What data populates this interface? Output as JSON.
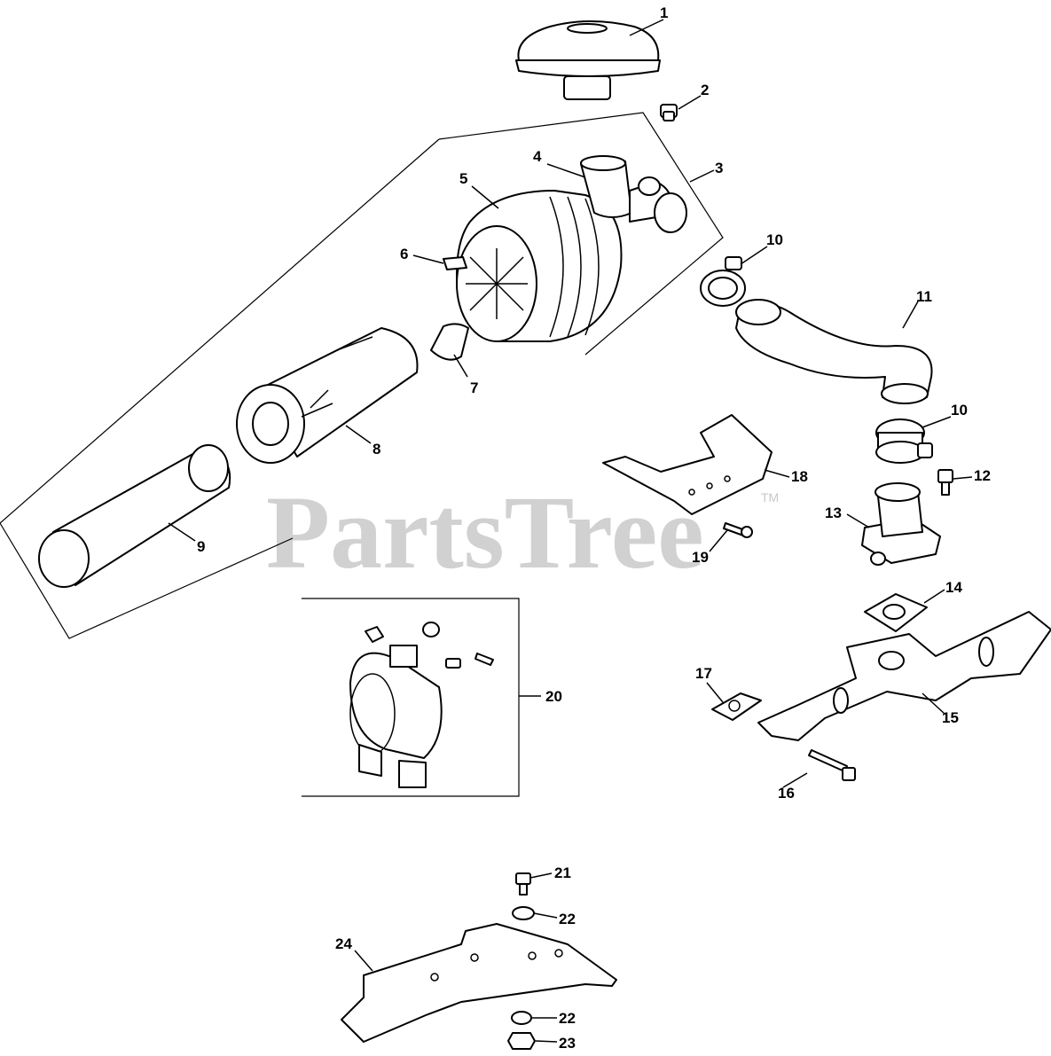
{
  "watermark": {
    "text": "PartsTree",
    "trademark": "TM"
  },
  "callouts": [
    "1",
    "2",
    "3",
    "4",
    "5",
    "6",
    "7",
    "8",
    "9",
    "10",
    "10",
    "11",
    "12",
    "13",
    "14",
    "15",
    "16",
    "17",
    "18",
    "19",
    "20",
    "21",
    "22",
    "22",
    "23",
    "24"
  ]
}
